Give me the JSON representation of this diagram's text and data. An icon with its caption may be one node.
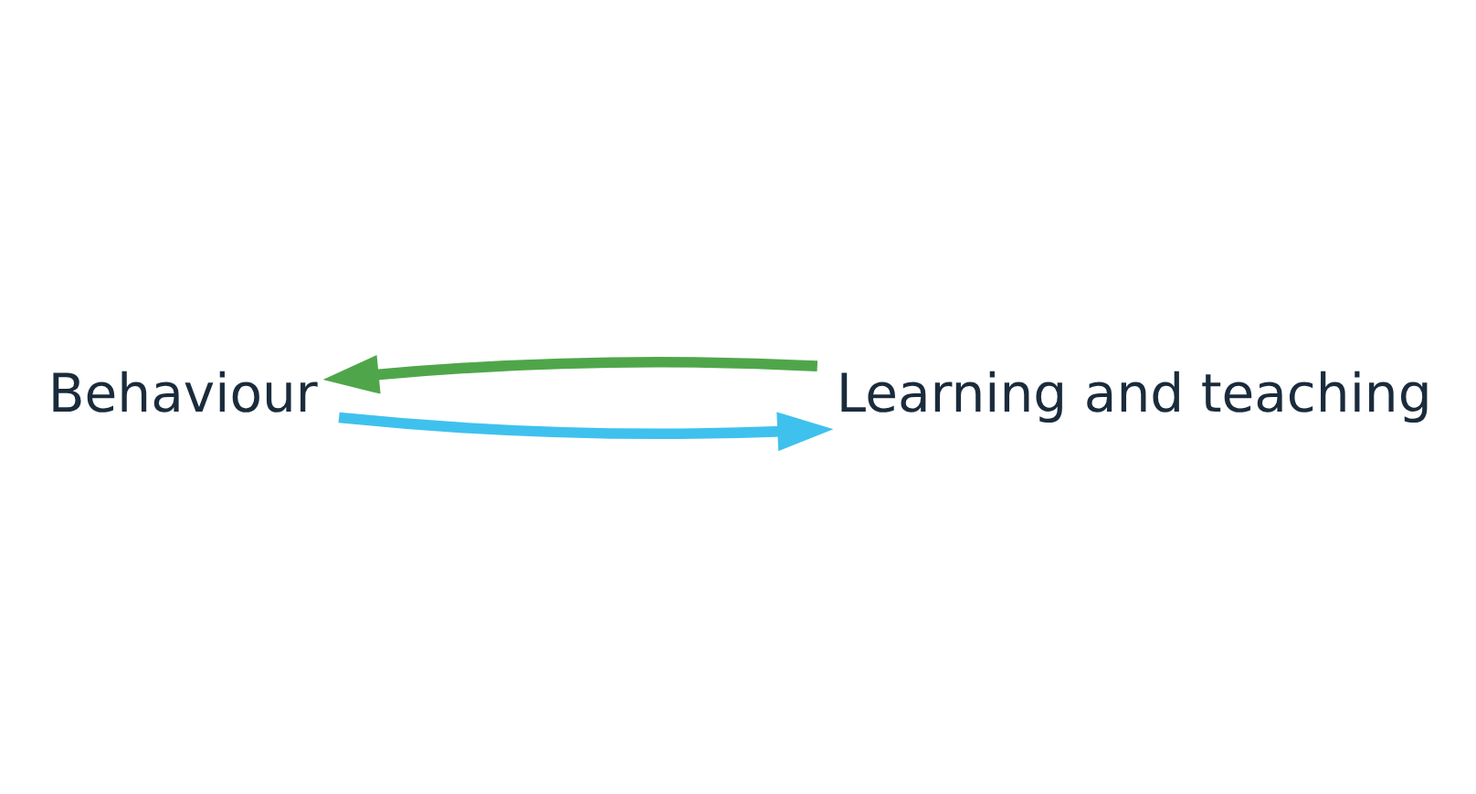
{
  "diagram": {
    "nodes": [
      {
        "text": [
          "Behaviour"
        ]
      },
      {
        "text": [
          "Learning and teaching"
        ]
      }
    ],
    "edges": [
      {
        "from": 0,
        "to": 1,
        "arrow": "to",
        "color": "#3fc1ee"
      },
      {
        "from": 1,
        "to": 0,
        "arrow": "to",
        "color": "#4fa64a"
      }
    ]
  }
}
